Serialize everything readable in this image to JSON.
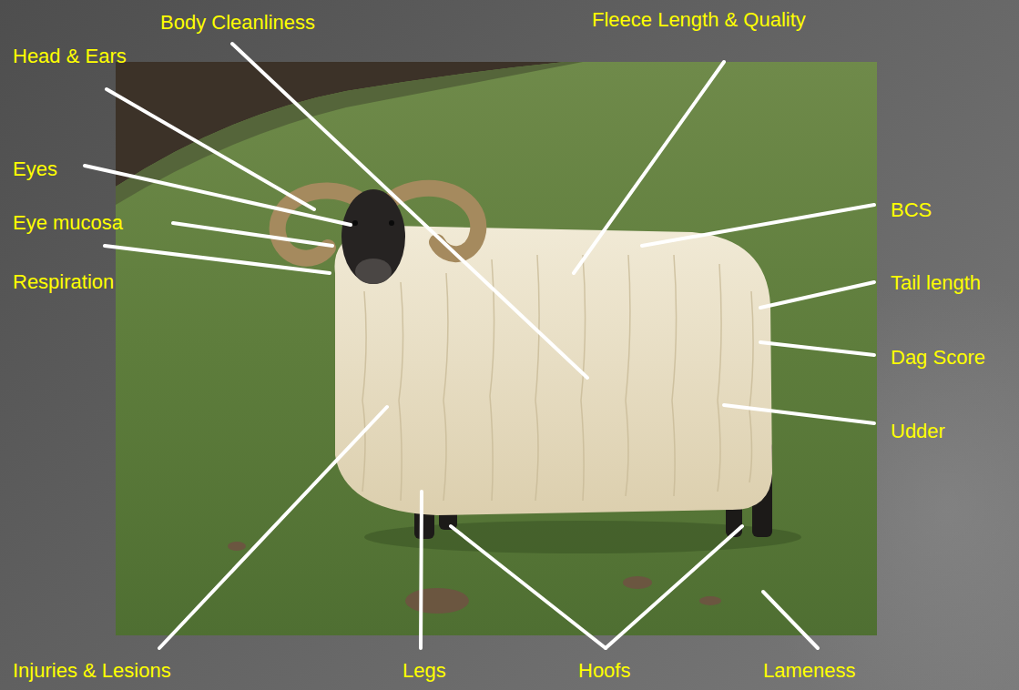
{
  "diagram": {
    "labels": [
      "Body Cleanliness",
      "Fleece Length & Quality",
      "Head & Ears",
      "Eyes",
      "BCS",
      "Eye mucosa",
      "Respiration",
      "Tail length",
      "Dag Score",
      "Udder",
      "Injuries & Lesions",
      "Legs",
      "Hoofs",
      "Lameness"
    ]
  }
}
